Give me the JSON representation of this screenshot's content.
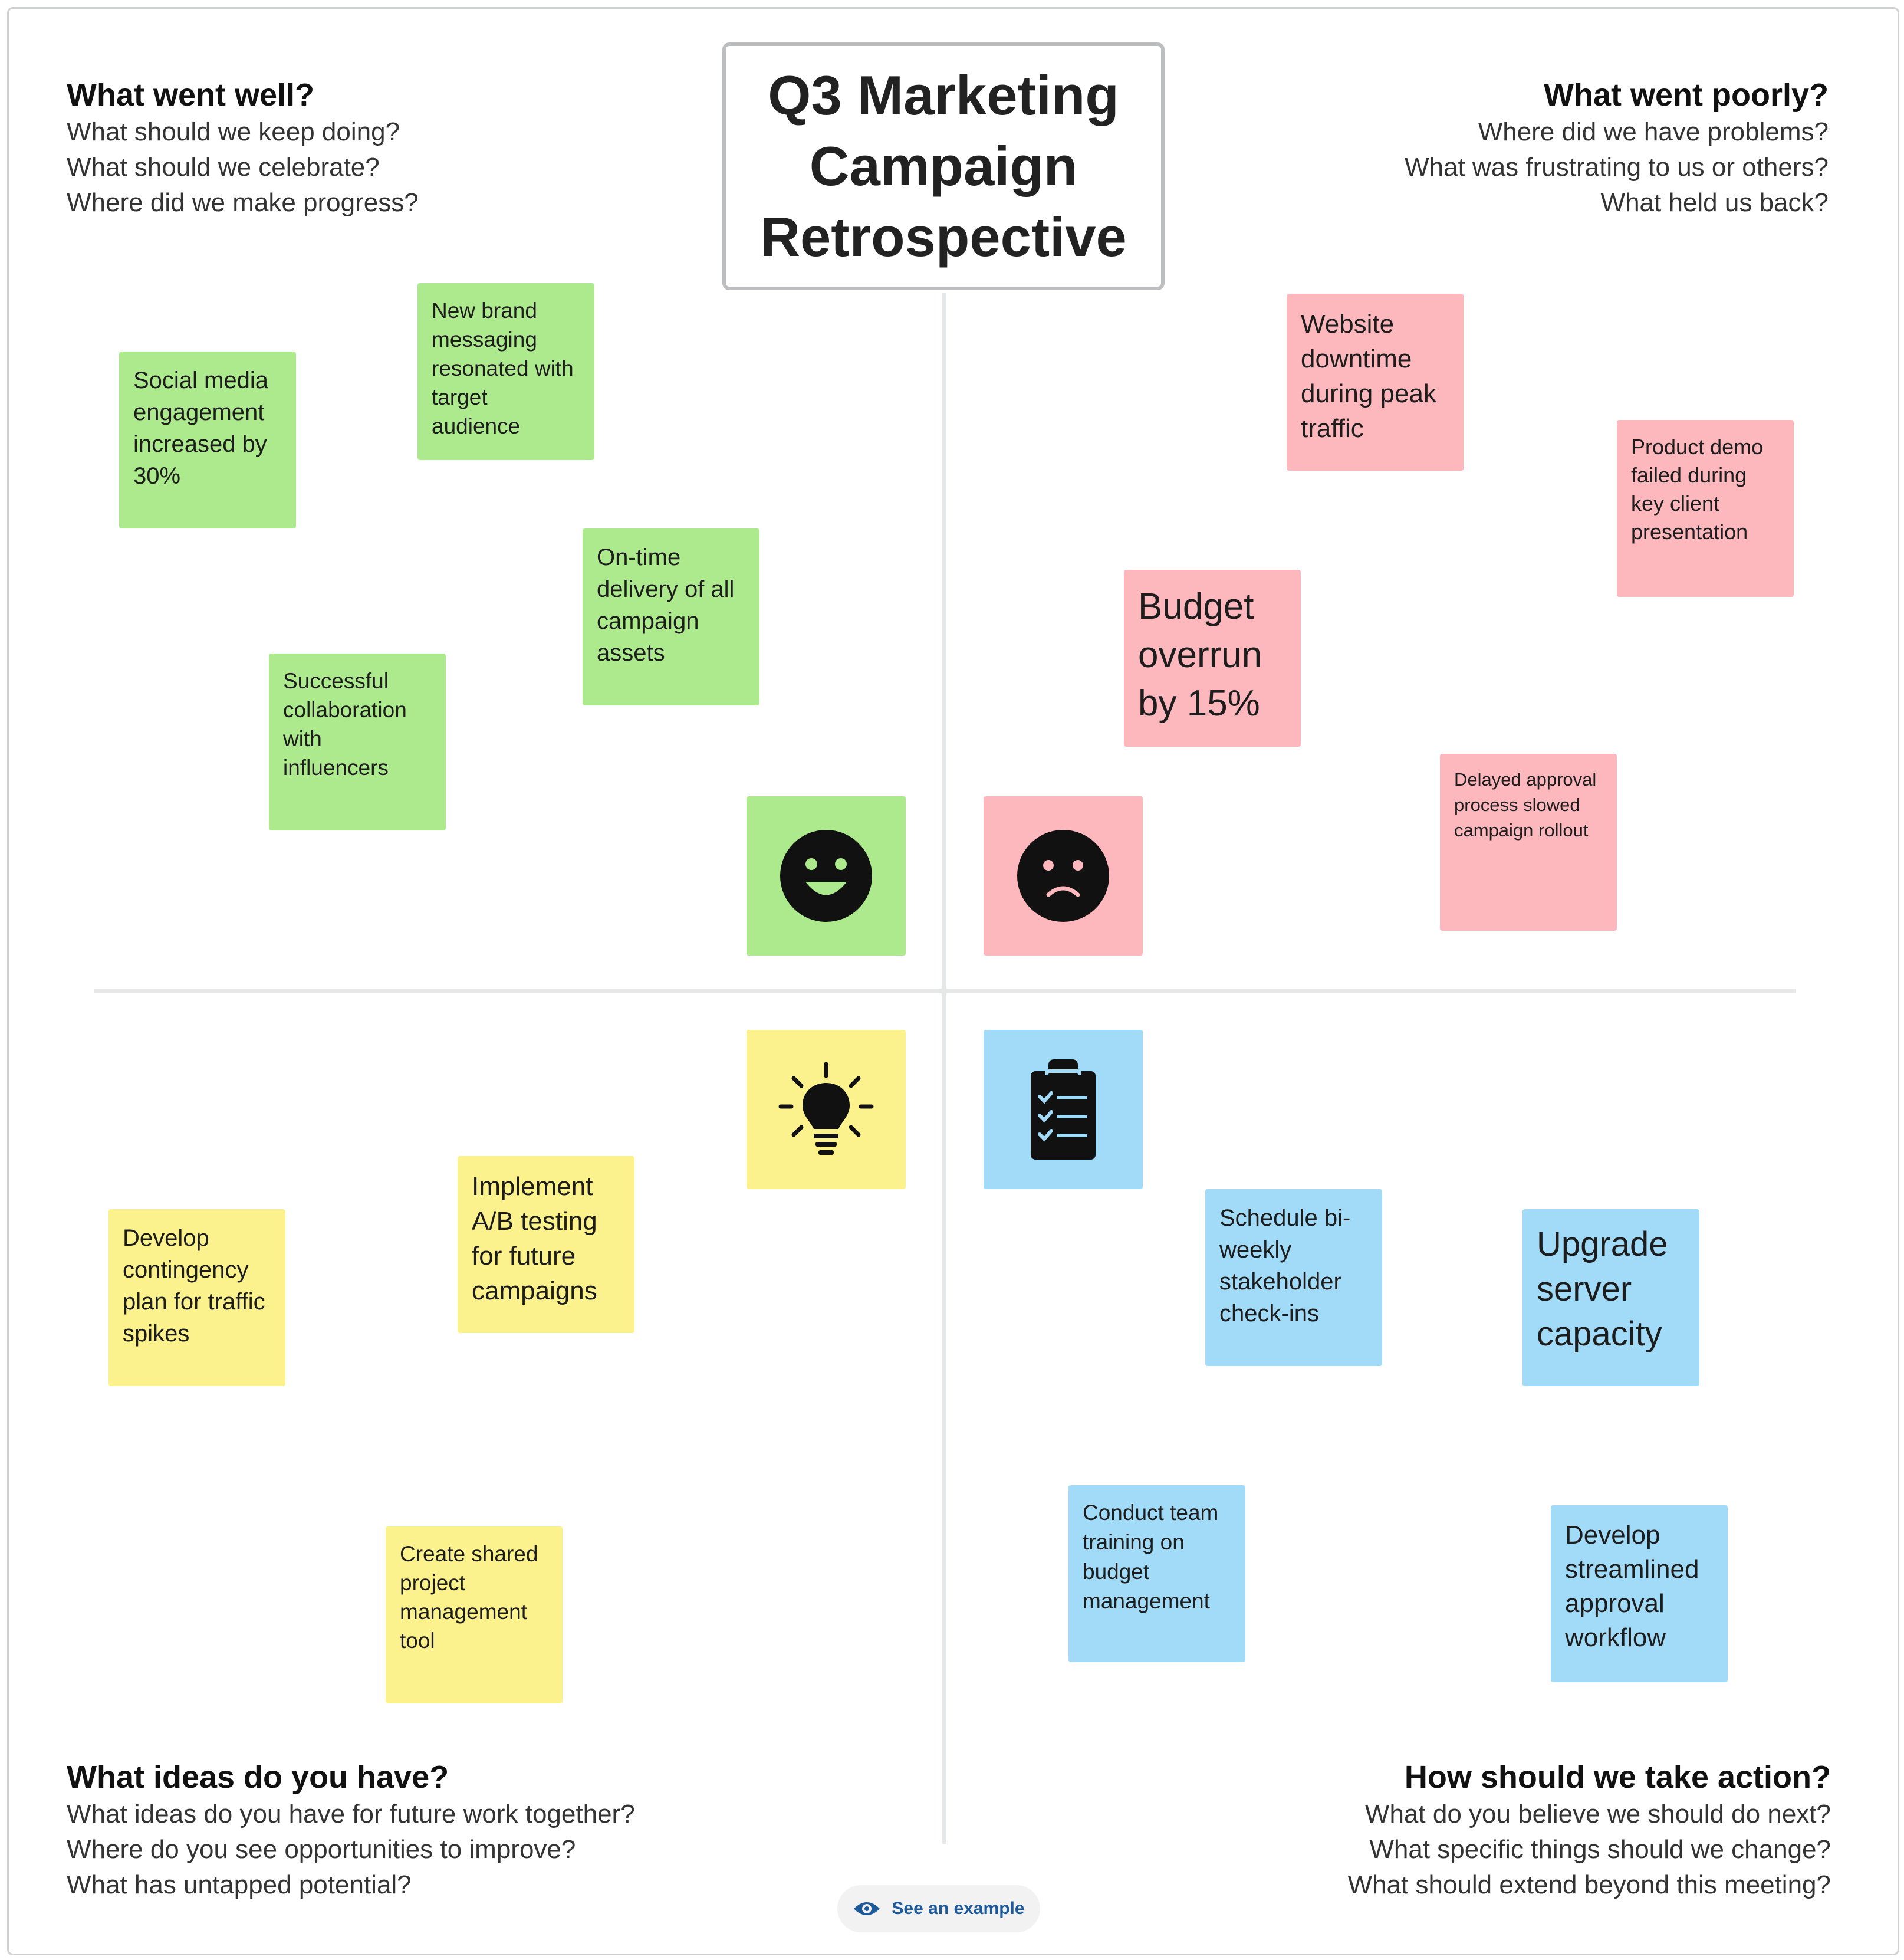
{
  "title": "Q3 Marketing Campaign Retrospective",
  "quadrants": {
    "top_left": {
      "title": "What went well?",
      "lines": [
        "What should we keep doing?",
        "What should we celebrate?",
        "Where did we make progress?"
      ]
    },
    "top_right": {
      "title": "What went poorly?",
      "lines": [
        "Where did we have problems?",
        "What was frustrating to us or others?",
        "What held us back?"
      ]
    },
    "bottom_left": {
      "title": "What ideas do you have?",
      "lines": [
        "What ideas do you have for future work together?",
        "Where do you see opportunities to improve?",
        "What has untapped potential?"
      ]
    },
    "bottom_right": {
      "title": "How should we take action?",
      "lines": [
        "What do you believe we should do next?",
        "What specific things should we change?",
        "What should extend beyond this meeting?"
      ]
    }
  },
  "notes": {
    "went_well": [
      "Social media engagement increased by 30%",
      "New brand messaging resonated with target audience",
      "On-time delivery of all campaign assets",
      "Successful collaboration with influencers"
    ],
    "went_poorly": [
      "Website downtime during peak traffic",
      "Product demo failed during key client presentation",
      "Budget overrun by 15%",
      "Delayed approval process slowed campaign rollout"
    ],
    "ideas": [
      "Implement A/B testing for future campaigns",
      "Develop contingency plan for traffic spikes",
      "Create shared project management tool"
    ],
    "actions": [
      "Schedule bi-weekly stakeholder check-ins",
      "Upgrade server capacity",
      "Conduct team training on budget management",
      "Develop streamlined approval workflow"
    ]
  },
  "icons": {
    "went_well": "smiley-face-icon",
    "went_poorly": "sad-face-icon",
    "ideas": "lightbulb-icon",
    "actions": "clipboard-checklist-icon"
  },
  "colors": {
    "green": "#adea8d",
    "pink": "#fdb8bd",
    "yellow": "#fbf28d",
    "blue": "#a1dbf8",
    "link": "#1d5a9c"
  },
  "example_button": {
    "label": "See an example",
    "icon": "eye-icon"
  }
}
